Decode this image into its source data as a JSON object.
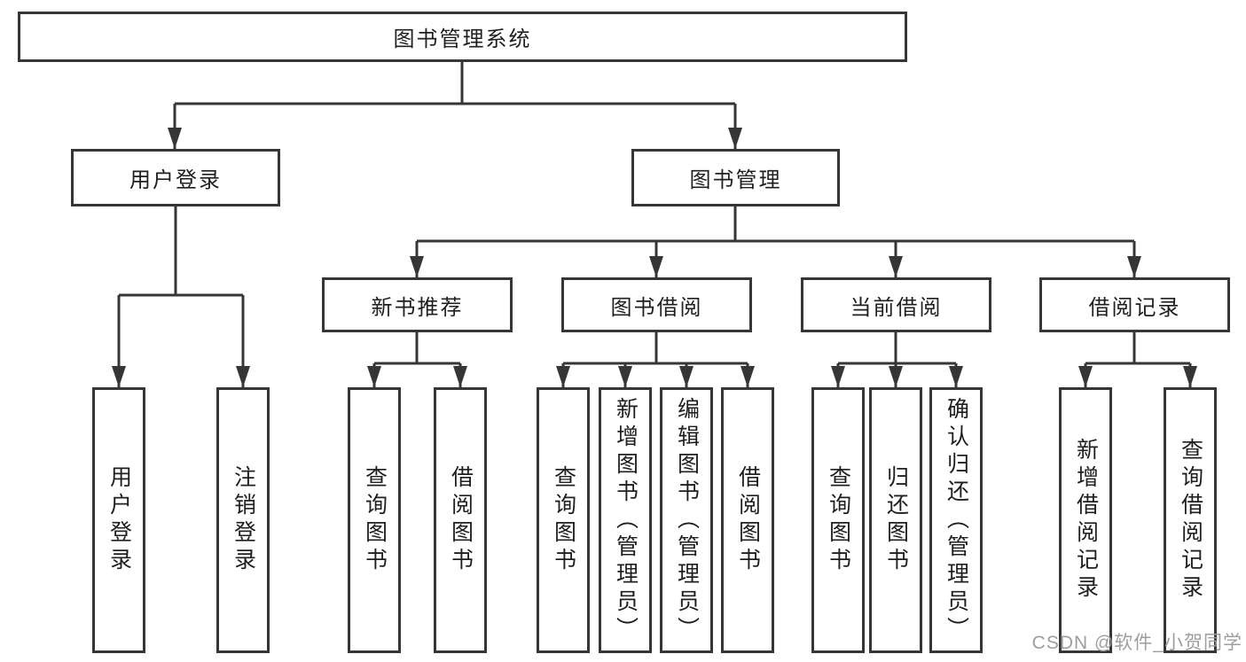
{
  "tree": {
    "root": {
      "label": "图书管理系统"
    },
    "level2": [
      {
        "label": "用户登录",
        "children": [
          {
            "label": "用户登录"
          },
          {
            "label": "注销登录"
          }
        ]
      },
      {
        "label": "图书管理",
        "children": [
          {
            "label": "新书推荐",
            "children": [
              {
                "label": "查询图书"
              },
              {
                "label": "借阅图书"
              }
            ]
          },
          {
            "label": "图书借阅",
            "children": [
              {
                "label": "查询图书"
              },
              {
                "label": "新增图书（管理员）"
              },
              {
                "label": "编辑图书（管理员）"
              },
              {
                "label": "借阅图书"
              }
            ]
          },
          {
            "label": "当前借阅",
            "children": [
              {
                "label": "查询图书"
              },
              {
                "label": "归还图书"
              },
              {
                "label": "确认归还（管理员）"
              }
            ]
          },
          {
            "label": "借阅记录",
            "children": [
              {
                "label": "新增借阅记录"
              },
              {
                "label": "查询借阅记录"
              }
            ]
          }
        ]
      }
    ]
  },
  "watermark": {
    "text": "CSDN @软件_小贺同学"
  },
  "colors": {
    "background": "#ffffff",
    "box_border": "#363636",
    "line": "#363636",
    "text": "#1f1f1f",
    "watermark": "#9e9e9e"
  }
}
